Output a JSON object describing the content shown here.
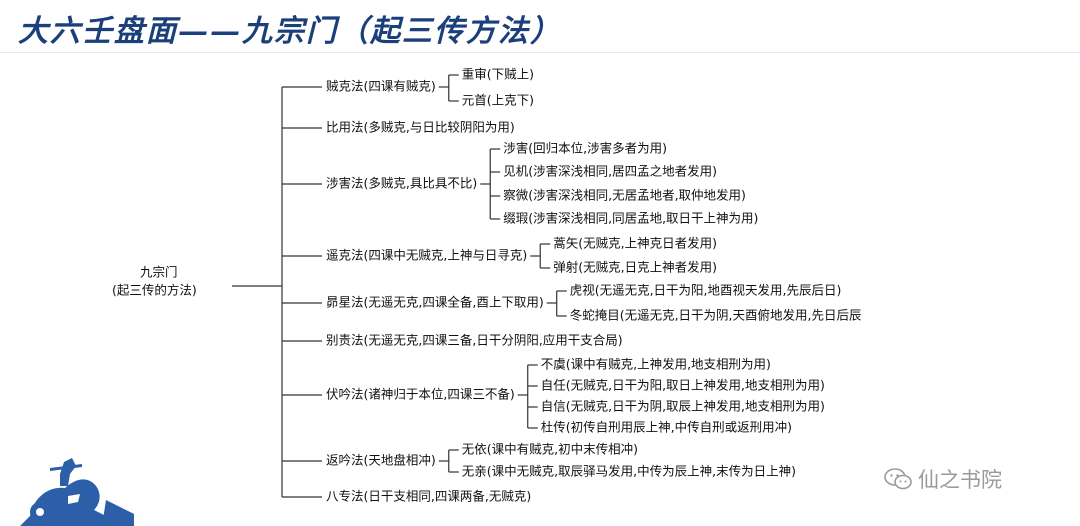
{
  "title": "大六壬盘面——九宗门（起三传方法）",
  "root": [
    "九宗门",
    "(起三传的方法)"
  ],
  "branches": [
    {
      "label": "贼克法(四课有贼克)",
      "children": [
        "重审(下贼上)",
        "元首(上克下)"
      ]
    },
    {
      "label": "比用法(多贼克,与日比较阴阳为用)",
      "children": []
    },
    {
      "label": "涉害法(多贼克,具比具不比)",
      "children": [
        "涉害(回归本位,涉害多者为用)",
        "见机(涉害深浅相同,居四孟之地者发用)",
        "察微(涉害深浅相同,无居孟地者,取仲地发用)",
        "缀瑕(涉害深浅相同,同居孟地,取日干上神为用)"
      ]
    },
    {
      "label": "遥克法(四课中无贼克,上神与日寻克)",
      "children": [
        "蒿矢(无贼克,上神克日者发用)",
        "弹射(无贼克,日克上神者发用)"
      ]
    },
    {
      "label": "昴星法(无遥无克,四课全备,酉上下取用)",
      "children": [
        "虎视(无遥无克,日干为阳,地酉视天发用,先辰后日)",
        "冬蛇掩目(无遥无克,日干为阴,天酉俯地发用,先日后辰"
      ]
    },
    {
      "label": "别责法(无遥无克,四课三备,日干分阴阳,应用干支合局)",
      "children": []
    },
    {
      "label": "伏吟法(诸神归于本位,四课三不备)",
      "children": [
        "不虞(课中有贼克,上神发用,地支相刑为用)",
        "自任(无贼克,日干为阳,取日上神发用,地支相刑为用)",
        "自信(无贼克,日干为阴,取辰上神发用,地支相刑为用)",
        "杜传(初传自刑用辰上神,中传自刑或返刑用冲)"
      ]
    },
    {
      "label": "返吟法(天地盘相冲)",
      "children": [
        "无依(课中有贼克,初中末传相冲)",
        "无亲(课中无贼克,取辰驿马发用,中传为辰上神,末传为日上神)"
      ]
    },
    {
      "label": "八专法(日干支相同,四课两备,无贼克)",
      "children": []
    }
  ],
  "watermark": "仙之书院"
}
